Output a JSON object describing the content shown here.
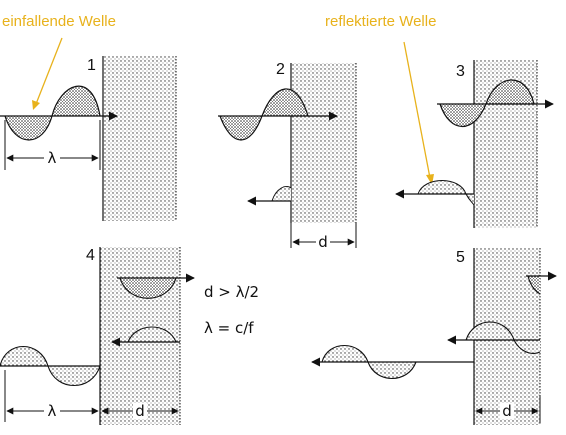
{
  "annotations": {
    "incident": "einfallende Welle",
    "reflected": "reflektierte Welle"
  },
  "panels": [
    {
      "number": "1"
    },
    {
      "number": "2"
    },
    {
      "number": "3"
    },
    {
      "number": "4"
    },
    {
      "number": "5"
    }
  ],
  "labels": {
    "lambda": "λ",
    "d": "d",
    "condition": "d > λ/2",
    "relation": "λ = c/f"
  },
  "colors": {
    "annotation": "#e8b21c",
    "line": "#111111"
  }
}
